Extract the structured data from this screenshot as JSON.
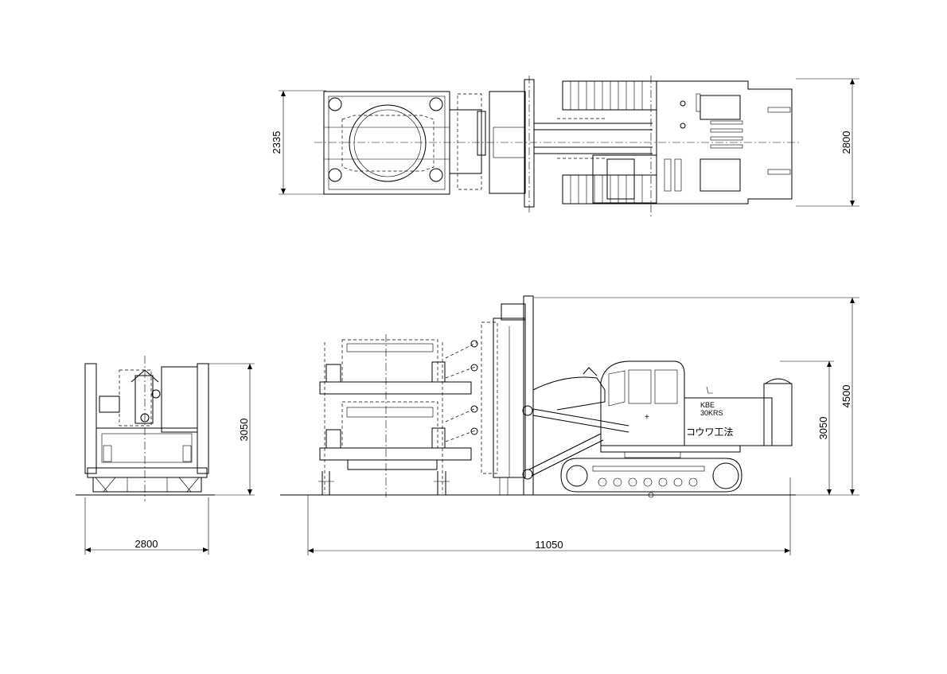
{
  "dimensions": {
    "top_width": "2335",
    "top_height_right": "2800",
    "front_height": "3050",
    "front_width": "2800",
    "side_height": "3050",
    "side_total_height": "4500",
    "side_total_length": "11050"
  },
  "machine_label": {
    "line1": "KBE",
    "line2": "30KRS",
    "company": "コウワ工法"
  }
}
